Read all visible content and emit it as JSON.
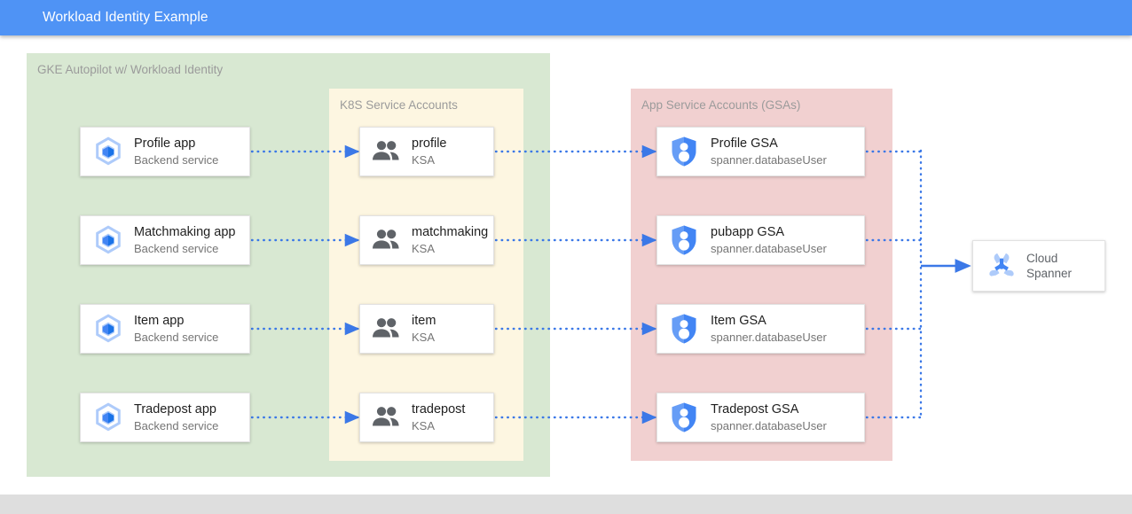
{
  "header": {
    "title": "Workload Identity Example",
    "bg_color": "#4f93f5"
  },
  "panels": {
    "gke": {
      "title": "GKE Autopilot w/ Workload Identity",
      "color": "#d8e8d2"
    },
    "ksa": {
      "title": "K8S Service Accounts",
      "color": "#fdf6e1"
    },
    "gsa": {
      "title": "App Service Accounts (GSAs)",
      "color": "#f1d0d0"
    }
  },
  "apps": [
    {
      "title": "Profile app",
      "sub": "Backend service",
      "icon": "gke-cube-icon"
    },
    {
      "title": "Matchmaking app",
      "sub": "Backend service",
      "icon": "gke-cube-icon"
    },
    {
      "title": "Item app",
      "sub": "Backend service",
      "icon": "gke-cube-icon"
    },
    {
      "title": "Tradepost app",
      "sub": "Backend service",
      "icon": "gke-cube-icon"
    }
  ],
  "ksas": [
    {
      "title": "profile",
      "sub": "KSA",
      "icon": "people-group-icon"
    },
    {
      "title": "matchmaking",
      "sub": "KSA",
      "icon": "people-group-icon"
    },
    {
      "title": "item",
      "sub": "KSA",
      "icon": "people-group-icon"
    },
    {
      "title": "tradepost",
      "sub": "KSA",
      "icon": "people-group-icon"
    }
  ],
  "gsas": [
    {
      "title": "Profile GSA",
      "sub": "spanner.databaseUser",
      "icon": "service-account-shield-icon"
    },
    {
      "title": "pubapp GSA",
      "sub": "spanner.databaseUser",
      "icon": "service-account-shield-icon"
    },
    {
      "title": "Item GSA",
      "sub": "spanner.databaseUser",
      "icon": "service-account-shield-icon"
    },
    {
      "title": "Tradepost GSA",
      "sub": "spanner.databaseUser",
      "icon": "service-account-shield-icon"
    }
  ],
  "spanner": {
    "line1": "Cloud",
    "line2": "Spanner",
    "icon": "cloud-spanner-icon"
  },
  "connectors": {
    "dotted_color": "#3b78e7",
    "solid_color": "#3b78e7"
  }
}
